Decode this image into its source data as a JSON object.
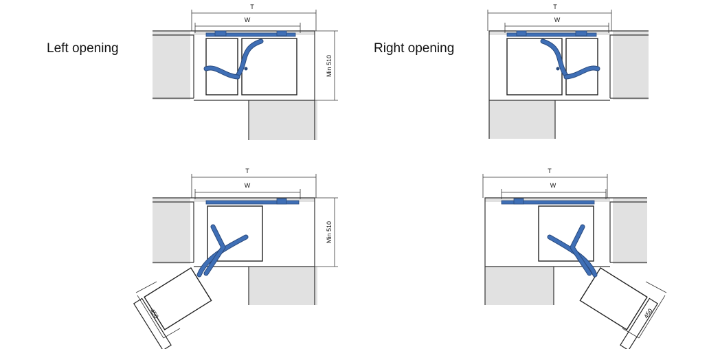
{
  "labels": {
    "left_opening": "Left opening",
    "right_opening": "Right opening"
  },
  "dimensions": {
    "total": "T",
    "width": "W",
    "min_depth": "Min 510",
    "swing_depth": "450"
  },
  "colors": {
    "wall_fill": "#e1e1e1",
    "mechanism_blue": "#3f6fb6",
    "outline": "#333333"
  }
}
